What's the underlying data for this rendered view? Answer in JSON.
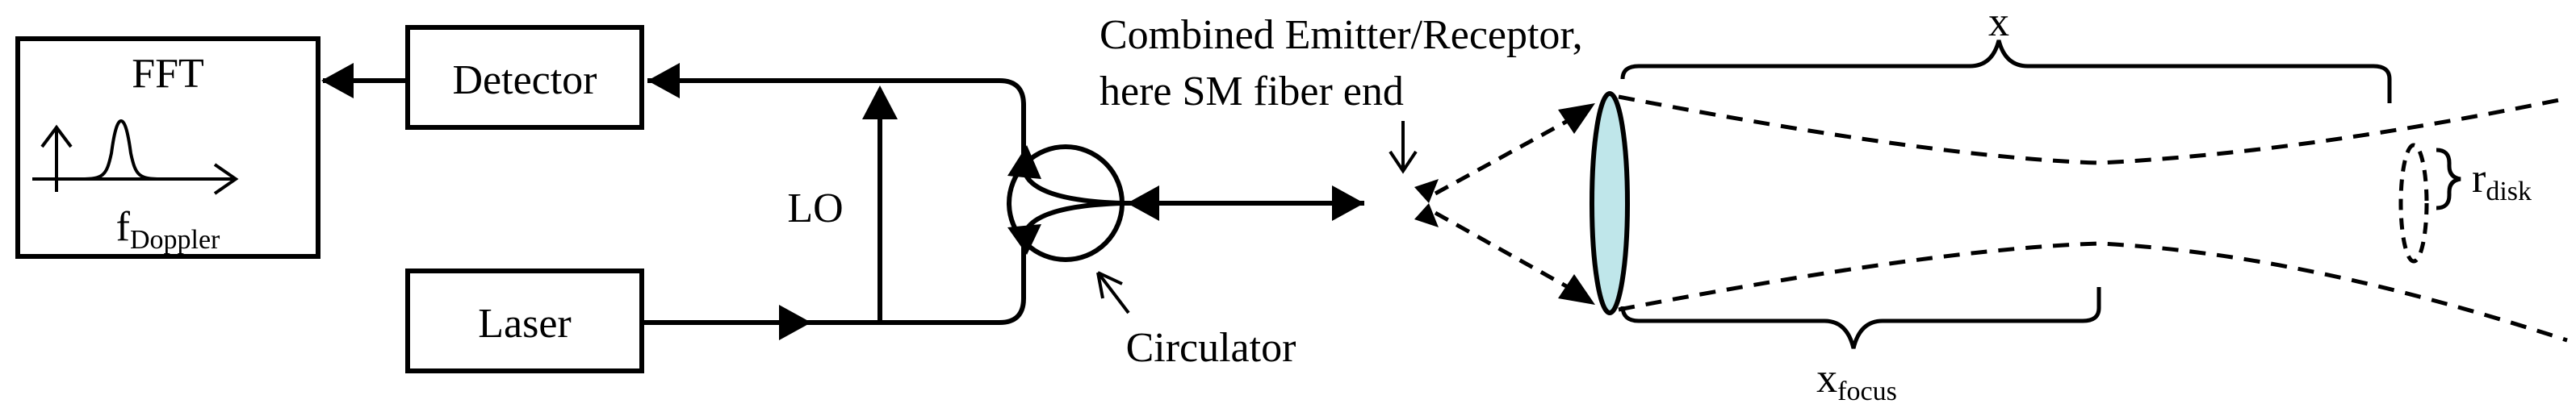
{
  "blocks": {
    "fft": "FFT",
    "detector": "Detector",
    "laser": "Laser"
  },
  "labels": {
    "lo": "LO",
    "circulator": "Circulator",
    "emitter_line1": "Combined Emitter/Receptor,",
    "emitter_line2": "here SM fiber end",
    "x": "x",
    "f_main": "f",
    "f_sub": "Doppler",
    "xfocus_main": "x",
    "xfocus_sub": "focus",
    "rdisk_main": "r",
    "rdisk_sub": "disk"
  },
  "colors": {
    "lens_fill": "#bfe6ea",
    "stroke": "#000000"
  }
}
